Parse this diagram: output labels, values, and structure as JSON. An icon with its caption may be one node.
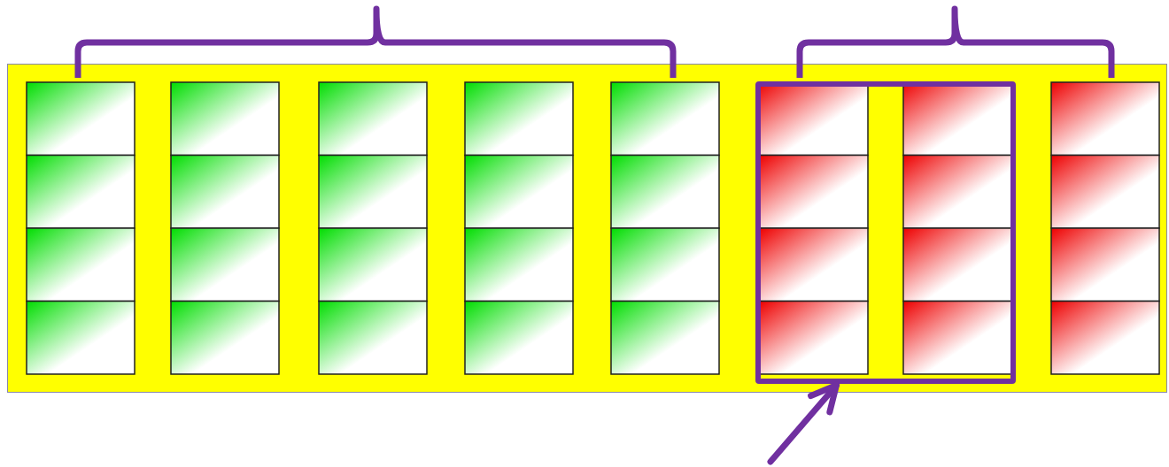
{
  "diagram": {
    "nodes": [
      {
        "text": [],
        "shape": "box"
      },
      {
        "text": [],
        "shape": "box",
        "in": 0
      }
    ],
    "edges": [
      {
        "from": null,
        "to": 1,
        "arrow": "to"
      }
    ]
  }
}
